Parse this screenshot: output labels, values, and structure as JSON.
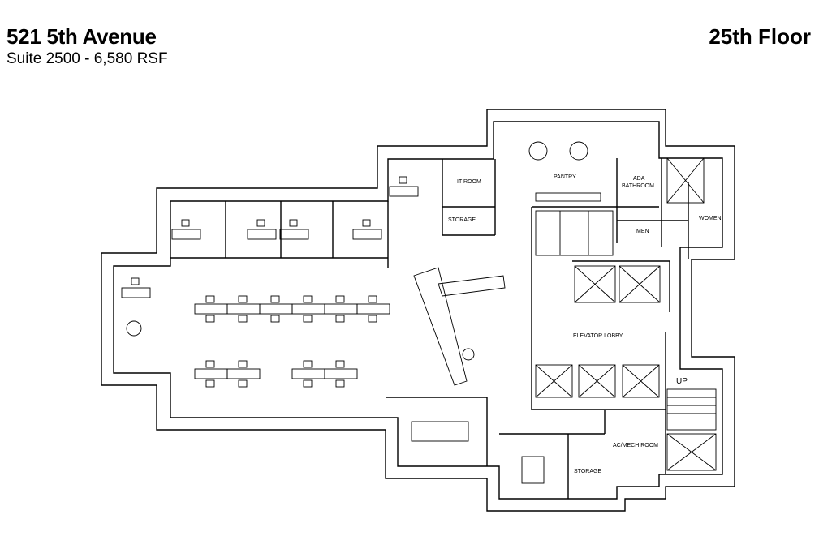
{
  "header": {
    "address": "521 5th Avenue",
    "suite": "Suite 2500 - 6,580 RSF",
    "floor": "25th Floor"
  },
  "rooms": {
    "it_room": "IT ROOM",
    "storage_north": "STORAGE",
    "pantry": "PANTRY",
    "ada_bathroom_1": "ADA",
    "ada_bathroom_2": "BATHROOM",
    "men": "MEN",
    "women": "WOMEN",
    "elevator_lobby": "ELEVATOR LOBBY",
    "stair_up": "UP",
    "ac_mech_room": "AC/MECH ROOM",
    "storage_south": "STORAGE"
  }
}
